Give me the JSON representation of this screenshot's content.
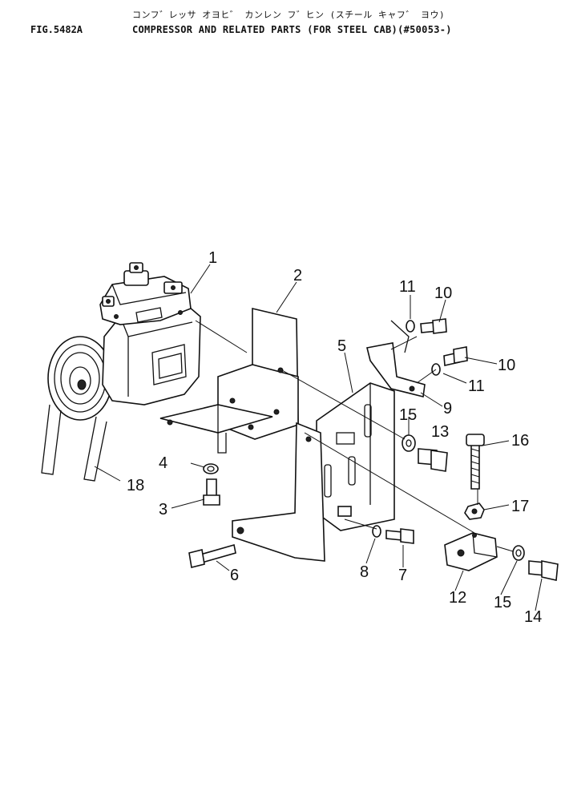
{
  "header": {
    "title_jp": "コンフ゛レッサ オヨヒ゛ カンレン フ゛ヒン (スチール キャフ゛ ヨウ)",
    "figure_number": "FIG.5482A",
    "title_en": "COMPRESSOR AND RELATED PARTS (FOR STEEL CAB)(#50053-)"
  },
  "callouts": {
    "c1": "1",
    "c2": "2",
    "c3": "3",
    "c4": "4",
    "c5": "5",
    "c6": "6",
    "c7": "7",
    "c8": "8",
    "c9": "9",
    "c10a": "10",
    "c10b": "10",
    "c11a": "11",
    "c11b": "11",
    "c12": "12",
    "c13": "13",
    "c14": "14",
    "c15a": "15",
    "c15b": "15",
    "c16": "16",
    "c17": "17",
    "c18": "18"
  }
}
